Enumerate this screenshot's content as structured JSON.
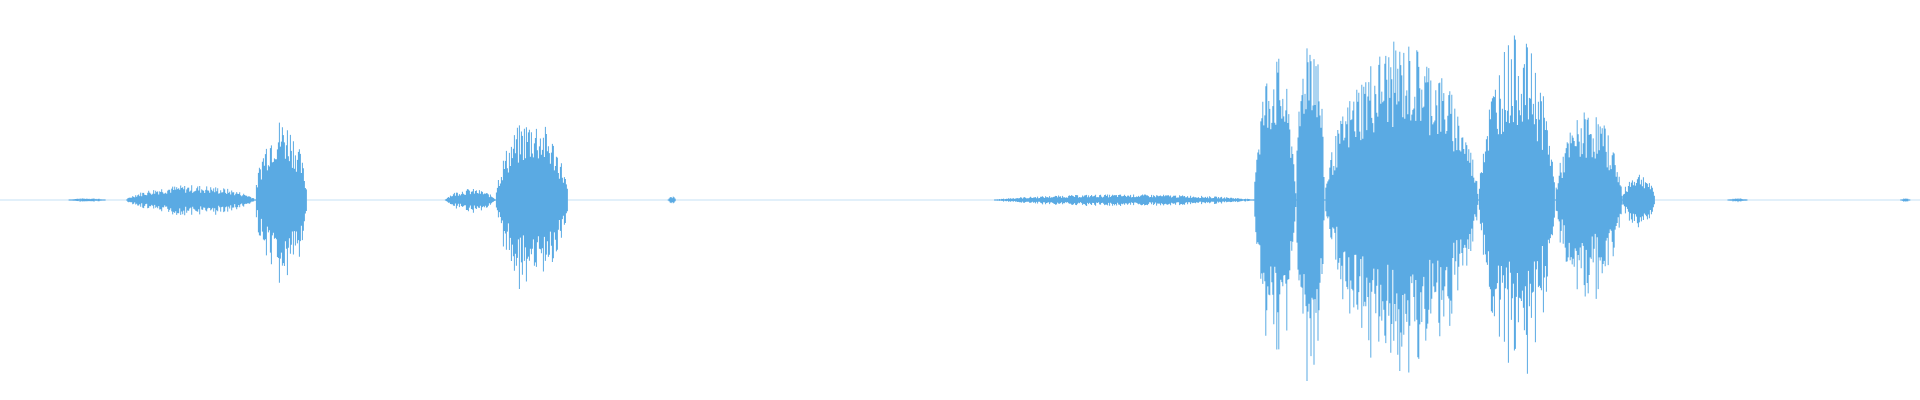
{
  "waveform": {
    "color": "#5aaae3",
    "background": "#ffffff",
    "segments": [
      {
        "start": 0.036,
        "end": 0.055,
        "peak": 0.01
      },
      {
        "start": 0.066,
        "end": 0.133,
        "peak": 0.08
      },
      {
        "start": 0.133,
        "end": 0.16,
        "peak": 0.44
      },
      {
        "start": 0.232,
        "end": 0.258,
        "peak": 0.06
      },
      {
        "start": 0.258,
        "end": 0.296,
        "peak": 0.44
      },
      {
        "start": 0.348,
        "end": 0.352,
        "peak": 0.02
      },
      {
        "start": 0.518,
        "end": 0.653,
        "peak": 0.03
      },
      {
        "start": 0.653,
        "end": 0.675,
        "peak": 0.78
      },
      {
        "start": 0.675,
        "end": 0.69,
        "peak": 1.0
      },
      {
        "start": 0.69,
        "end": 0.77,
        "peak": 0.85
      },
      {
        "start": 0.77,
        "end": 0.81,
        "peak": 0.88
      },
      {
        "start": 0.81,
        "end": 0.845,
        "peak": 0.48
      },
      {
        "start": 0.845,
        "end": 0.862,
        "peak": 0.15
      },
      {
        "start": 0.9,
        "end": 0.91,
        "peak": 0.01
      },
      {
        "start": 0.99,
        "end": 0.995,
        "peak": 0.01
      }
    ]
  }
}
